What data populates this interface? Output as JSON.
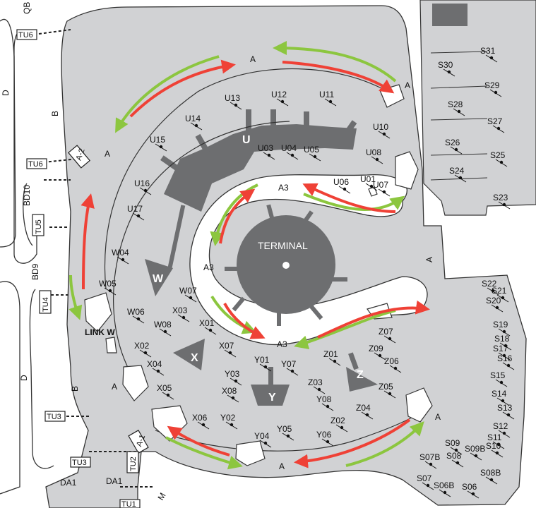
{
  "colors": {
    "apron": "#d1d2d4",
    "building": "#6d6e70",
    "outline": "#333333",
    "green_route": "#8cc63f",
    "red_route": "#ef4136",
    "background": "#ffffff"
  },
  "terminal_label": "TERMINAL",
  "pier_labels": {
    "U": "U",
    "W": "W",
    "X": "X",
    "Y": "Y",
    "Z": "Z"
  },
  "taxiway_labels": {
    "A_top": "A",
    "A_top_right": "A",
    "A_left": "A",
    "A_right_mid": "A",
    "A_lower_left": "A",
    "A_lower_right": "A",
    "A_bottom": "A",
    "A3_top": "A3",
    "A3_left": "A3",
    "A3_bottom": "A3",
    "A2": "A-2",
    "A1": "A-1",
    "B_upper": "B",
    "B_lower": "B",
    "D_upper": "D",
    "D_lower": "D",
    "BD10": "BD10",
    "BD9": "BD9",
    "DA1_a": "DA1",
    "DA1_b": "DA1",
    "M": "M",
    "QB": "QB",
    "link_w": "LINK W"
  },
  "holding_boxes": {
    "TU6_top": "TU6",
    "TU6_mid": "TU6",
    "TU5": "TU5",
    "TU4": "TU4",
    "TU3_a": "TU3",
    "TU3_b": "TU3",
    "TU2": "TU2",
    "TU1": "TU1"
  },
  "stands": {
    "U": [
      "U01",
      "U03",
      "U04",
      "U05",
      "U06",
      "U07",
      "U08",
      "U10",
      "U11",
      "U12",
      "U13",
      "U14",
      "U15",
      "U16",
      "U17"
    ],
    "W": [
      "W04",
      "W05",
      "W06",
      "W07",
      "W08"
    ],
    "X": [
      "X01",
      "X02",
      "X03",
      "X04",
      "X05",
      "X06",
      "X07",
      "X08"
    ],
    "Y": [
      "Y01",
      "Y02",
      "Y03",
      "Y04",
      "Y05",
      "Y06",
      "Y07",
      "Y08"
    ],
    "Z": [
      "Z01",
      "Z02",
      "Z03",
      "Z04",
      "Z05",
      "Z06",
      "Z07",
      "Z09"
    ],
    "S_upper": [
      "S31",
      "S30",
      "S29",
      "S28",
      "S27",
      "S26",
      "S25",
      "S24",
      "S23"
    ],
    "S_lower": [
      "S22",
      "S21",
      "S20",
      "S19",
      "S18",
      "S17",
      "S16",
      "S15",
      "S14",
      "S13",
      "S12",
      "S11",
      "S10",
      "S09",
      "S09B",
      "S08",
      "S08B",
      "S07B",
      "S07",
      "S06B",
      "S06"
    ]
  }
}
